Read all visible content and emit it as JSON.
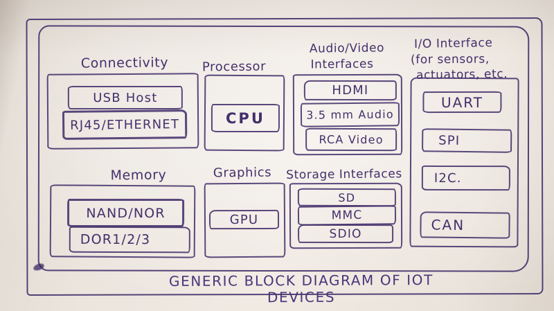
{
  "diagram": {
    "title": "GENERIC BLOCK DIAGRAM OF IOT DEVICES",
    "colors": {
      "ink": "#43306b",
      "paper": "#ece6df"
    },
    "groups": [
      {
        "label": "Connectivity",
        "items": [
          "USB Host",
          "RJ45/ETHERNET"
        ]
      },
      {
        "label": "Processor",
        "items": [
          "CPU"
        ]
      },
      {
        "label": "Audio/Video",
        "sublabel": "Interfaces",
        "items": [
          "HDMI",
          "3.5 mm Audio",
          "RCA Video"
        ]
      },
      {
        "label": "I/O Interface",
        "sublabel": "(for sensors,",
        "sublabel2": "actuators, etc.",
        "items": [
          "UART",
          "SPI",
          "I2C.",
          "CAN"
        ]
      },
      {
        "label": "Memory",
        "items": [
          "NAND/NOR",
          "DOR1/2/3"
        ]
      },
      {
        "label": "Graphics",
        "items": [
          "GPU"
        ]
      },
      {
        "label": "Storage Interfaces",
        "items": [
          "SD",
          "MMC",
          "SDIO"
        ]
      }
    ]
  }
}
